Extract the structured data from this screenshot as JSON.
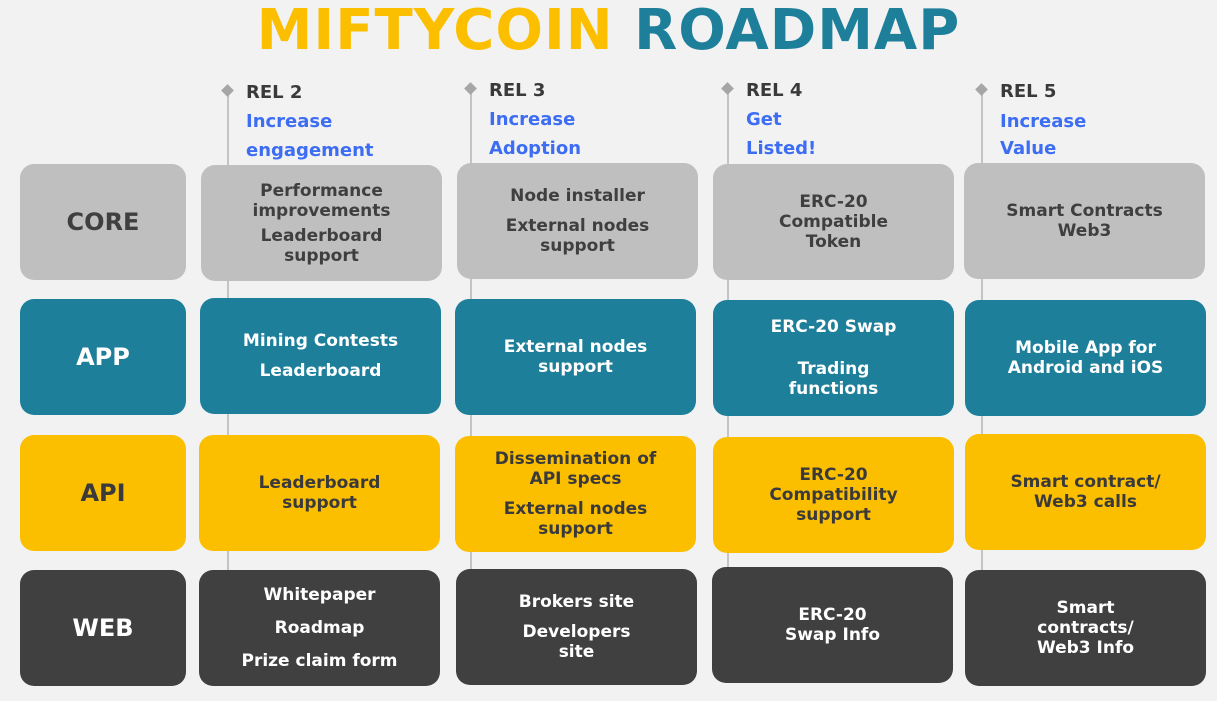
{
  "title": {
    "part1": "MIFTYCOIN",
    "part2": "ROADMAP"
  },
  "colors": {
    "core": "#bfbfbf",
    "app": "#1e7f9b",
    "api": "#fcbf00",
    "web": "#404040",
    "goal_text": "#3d6df2"
  },
  "rows": [
    "CORE",
    "APP",
    "API",
    "WEB"
  ],
  "releases": [
    {
      "rel": "REL 2",
      "goal": [
        "Increase",
        "engagement"
      ],
      "core": [
        "Performance\nimprovements",
        "Leaderboard\nsupport"
      ],
      "app": [
        "Mining Contests",
        "Leaderboard"
      ],
      "api": [
        "Leaderboard\nsupport"
      ],
      "web": [
        "Whitepaper",
        "Roadmap",
        "Prize claim form"
      ]
    },
    {
      "rel": "REL 3",
      "goal": [
        "Increase",
        "Adoption"
      ],
      "core": [
        "Node installer",
        "External nodes\nsupport"
      ],
      "app": [
        "External nodes\nsupport"
      ],
      "api": [
        "Dissemination of\nAPI specs",
        "External nodes\nsupport"
      ],
      "web": [
        "Brokers site",
        "Developers\nsite"
      ]
    },
    {
      "rel": "REL 4",
      "goal": [
        "Get",
        "Listed!"
      ],
      "core": [
        "ERC-20\nCompatible\nToken"
      ],
      "app": [
        "ERC-20 Swap",
        "Trading\nfunctions"
      ],
      "api": [
        "ERC-20\nCompatibility\nsupport"
      ],
      "web": [
        "ERC-20\nSwap Info"
      ]
    },
    {
      "rel": "REL 5",
      "goal": [
        "Increase",
        "Value"
      ],
      "core": [
        "Smart Contracts\nWeb3"
      ],
      "app": [
        "Mobile App for\nAndroid and iOS"
      ],
      "api": [
        "Smart contract/\nWeb3 calls"
      ],
      "web": [
        "Smart\ncontracts/\nWeb3 Info"
      ]
    }
  ]
}
